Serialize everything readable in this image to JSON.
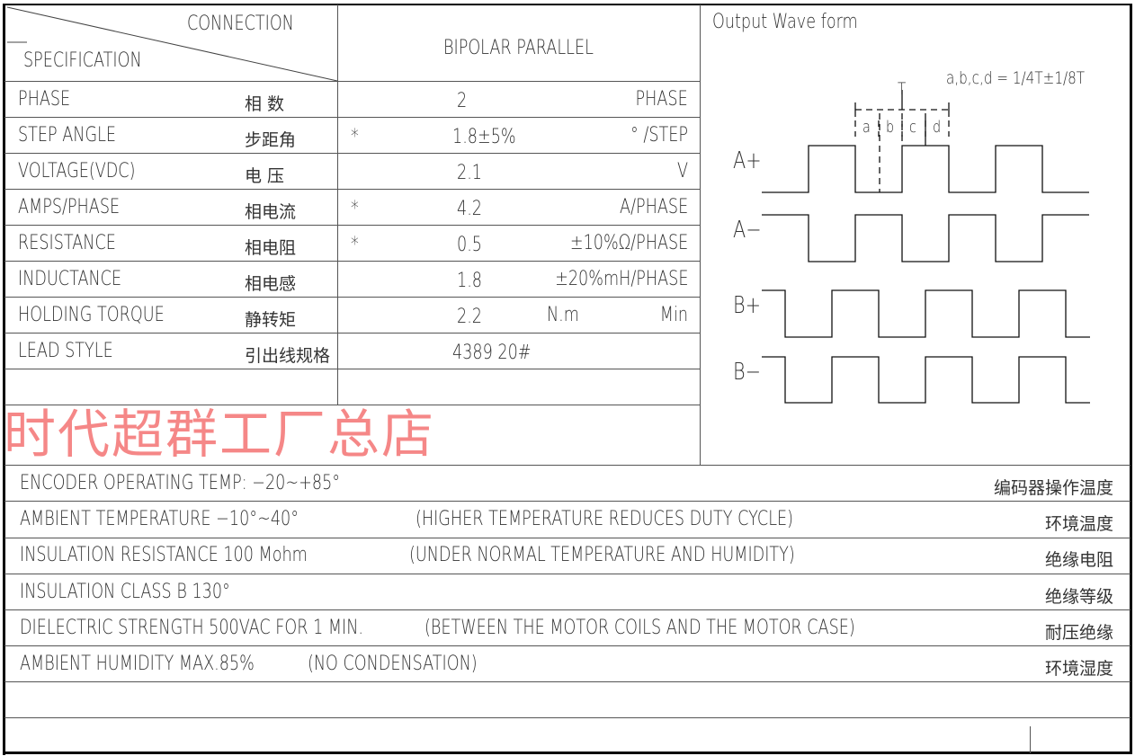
{
  "header": {
    "connection": "CONNECTION",
    "specification": "SPECIFICATION",
    "bipolar": "BIPOLAR PARALLEL"
  },
  "rows": [
    {
      "en": "PHASE",
      "cn": "相 数",
      "mark": "",
      "value": "2",
      "unit": "PHASE"
    },
    {
      "en": "STEP ANGLE",
      "cn": "步距角",
      "mark": "*",
      "value": "1.8±5%",
      "unit": "° /STEP"
    },
    {
      "en": "VOLTAGE(VDC)",
      "cn": "电 压",
      "mark": "",
      "value": "2.1",
      "unit": "V"
    },
    {
      "en": "AMPS/PHASE",
      "cn": "相电流",
      "mark": "*",
      "value": "4.2",
      "unit": "A/PHASE"
    },
    {
      "en": "RESISTANCE",
      "cn": "相电阻",
      "mark": "*",
      "value": "0.5",
      "unit": "±10%Ω/PHASE"
    },
    {
      "en": "INDUCTANCE",
      "cn": "相电感",
      "mark": "",
      "value": "1.8",
      "unit": "±20%mH/PHASE"
    },
    {
      "en": "HOLDING TORQUE",
      "cn": "静转矩",
      "mark": "",
      "value": "2.2",
      "unit2": "N.m",
      "unit": "Min"
    },
    {
      "en": "LEAD STYLE",
      "cn": "引出线规格",
      "mark": "",
      "value": "4389  20#",
      "unit": ""
    }
  ],
  "wave": {
    "title": "Output Wave form",
    "formula": "a,b,c,d = 1/4T±1/8T",
    "period_label": "T",
    "segments": [
      "a",
      "b",
      "c",
      "d"
    ],
    "signals": [
      {
        "label": "A+",
        "levels": [
          0,
          1,
          0,
          1,
          0,
          1,
          0
        ]
      },
      {
        "label": "A−",
        "levels": [
          1,
          0,
          1,
          0,
          1,
          0,
          1
        ]
      },
      {
        "label": "B+",
        "levels": [
          1,
          0,
          1,
          0,
          1,
          0,
          1,
          0
        ]
      },
      {
        "label": "B−",
        "levels": [
          1,
          0,
          1,
          0,
          1,
          0,
          1,
          0
        ]
      }
    ]
  },
  "notes": [
    {
      "en": "ENCODER OPERATING TEMP: −20~+85°",
      "extra": "",
      "cn": "编码器操作温度"
    },
    {
      "en": "AMBIENT TEMPERATURE −10°~40°",
      "extra": "(HIGHER TEMPERATURE REDUCES DUTY CYCLE)",
      "cn": "环境温度"
    },
    {
      "en": "INSULATION RESISTANCE 100 Mohm",
      "extra": "(UNDER NORMAL TEMPERATURE AND HUMIDITY)",
      "cn": "绝缘电阻"
    },
    {
      "en": "INSULATION CLASS B 130°",
      "extra": "",
      "cn": "绝缘等级"
    },
    {
      "en": "DIELECTRIC STRENGTH 500VAC FOR 1 MIN.",
      "extra": "(BETWEEN THE MOTOR COILS AND THE MOTOR CASE)",
      "cn": "耐压绝缘"
    },
    {
      "en": "AMBIENT HUMIDITY MAX.85%",
      "extra": "(NO CONDENSATION)",
      "cn": "环境湿度"
    }
  ],
  "watermark": "时代超群工厂总店"
}
